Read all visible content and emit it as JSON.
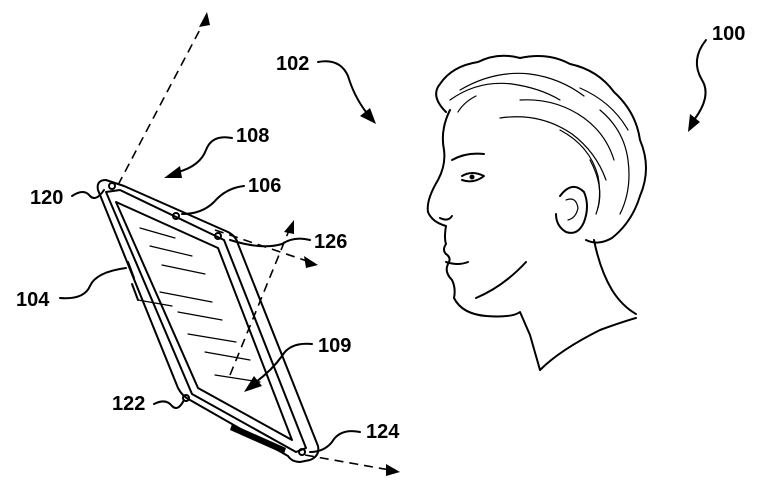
{
  "reference_numerals": {
    "user": "100",
    "user_gaze": "102",
    "device": "104",
    "camera_top": "106",
    "top_edge": "108",
    "screen": "109",
    "corner_top_left": "120",
    "corner_bottom_left": "122",
    "corner_bottom_right": "124",
    "corner_top_right": "126"
  }
}
